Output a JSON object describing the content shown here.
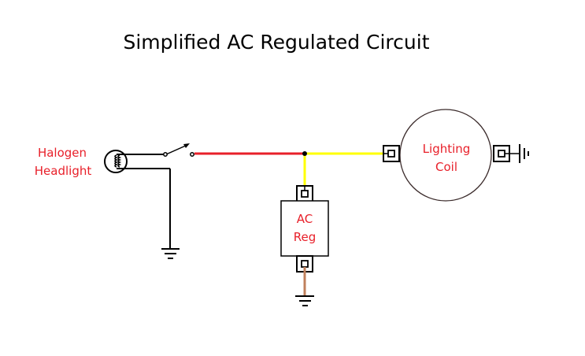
{
  "title": "Simplified AC Regulated Circuit",
  "components": {
    "headlight": {
      "label_line1": "Halogen",
      "label_line2": "Headlight",
      "type": "halogen-lamp"
    },
    "switch": {
      "type": "spst-switch",
      "state": "open"
    },
    "ac_regulator": {
      "label_line1": "AC",
      "label_line2": "Reg",
      "type": "regulator"
    },
    "lighting_coil": {
      "label_line1": "Lighting",
      "label_line2": "Coil",
      "type": "stator-coil"
    }
  },
  "wires": [
    {
      "name": "switch-to-junction",
      "color_name": "red",
      "color": "#e8202a"
    },
    {
      "name": "junction-to-coil",
      "color_name": "yellow",
      "color": "#ffff00"
    },
    {
      "name": "junction-to-regulator",
      "color_name": "yellow",
      "color": "#ffff00"
    },
    {
      "name": "regulator-to-ground",
      "color_name": "brown",
      "color": "#c0805c"
    },
    {
      "name": "headlight-wiring",
      "color_name": "black",
      "color": "#000000"
    }
  ],
  "colors": {
    "label_text": "#e8202a",
    "title_text": "#000000",
    "outline": "#000000"
  }
}
